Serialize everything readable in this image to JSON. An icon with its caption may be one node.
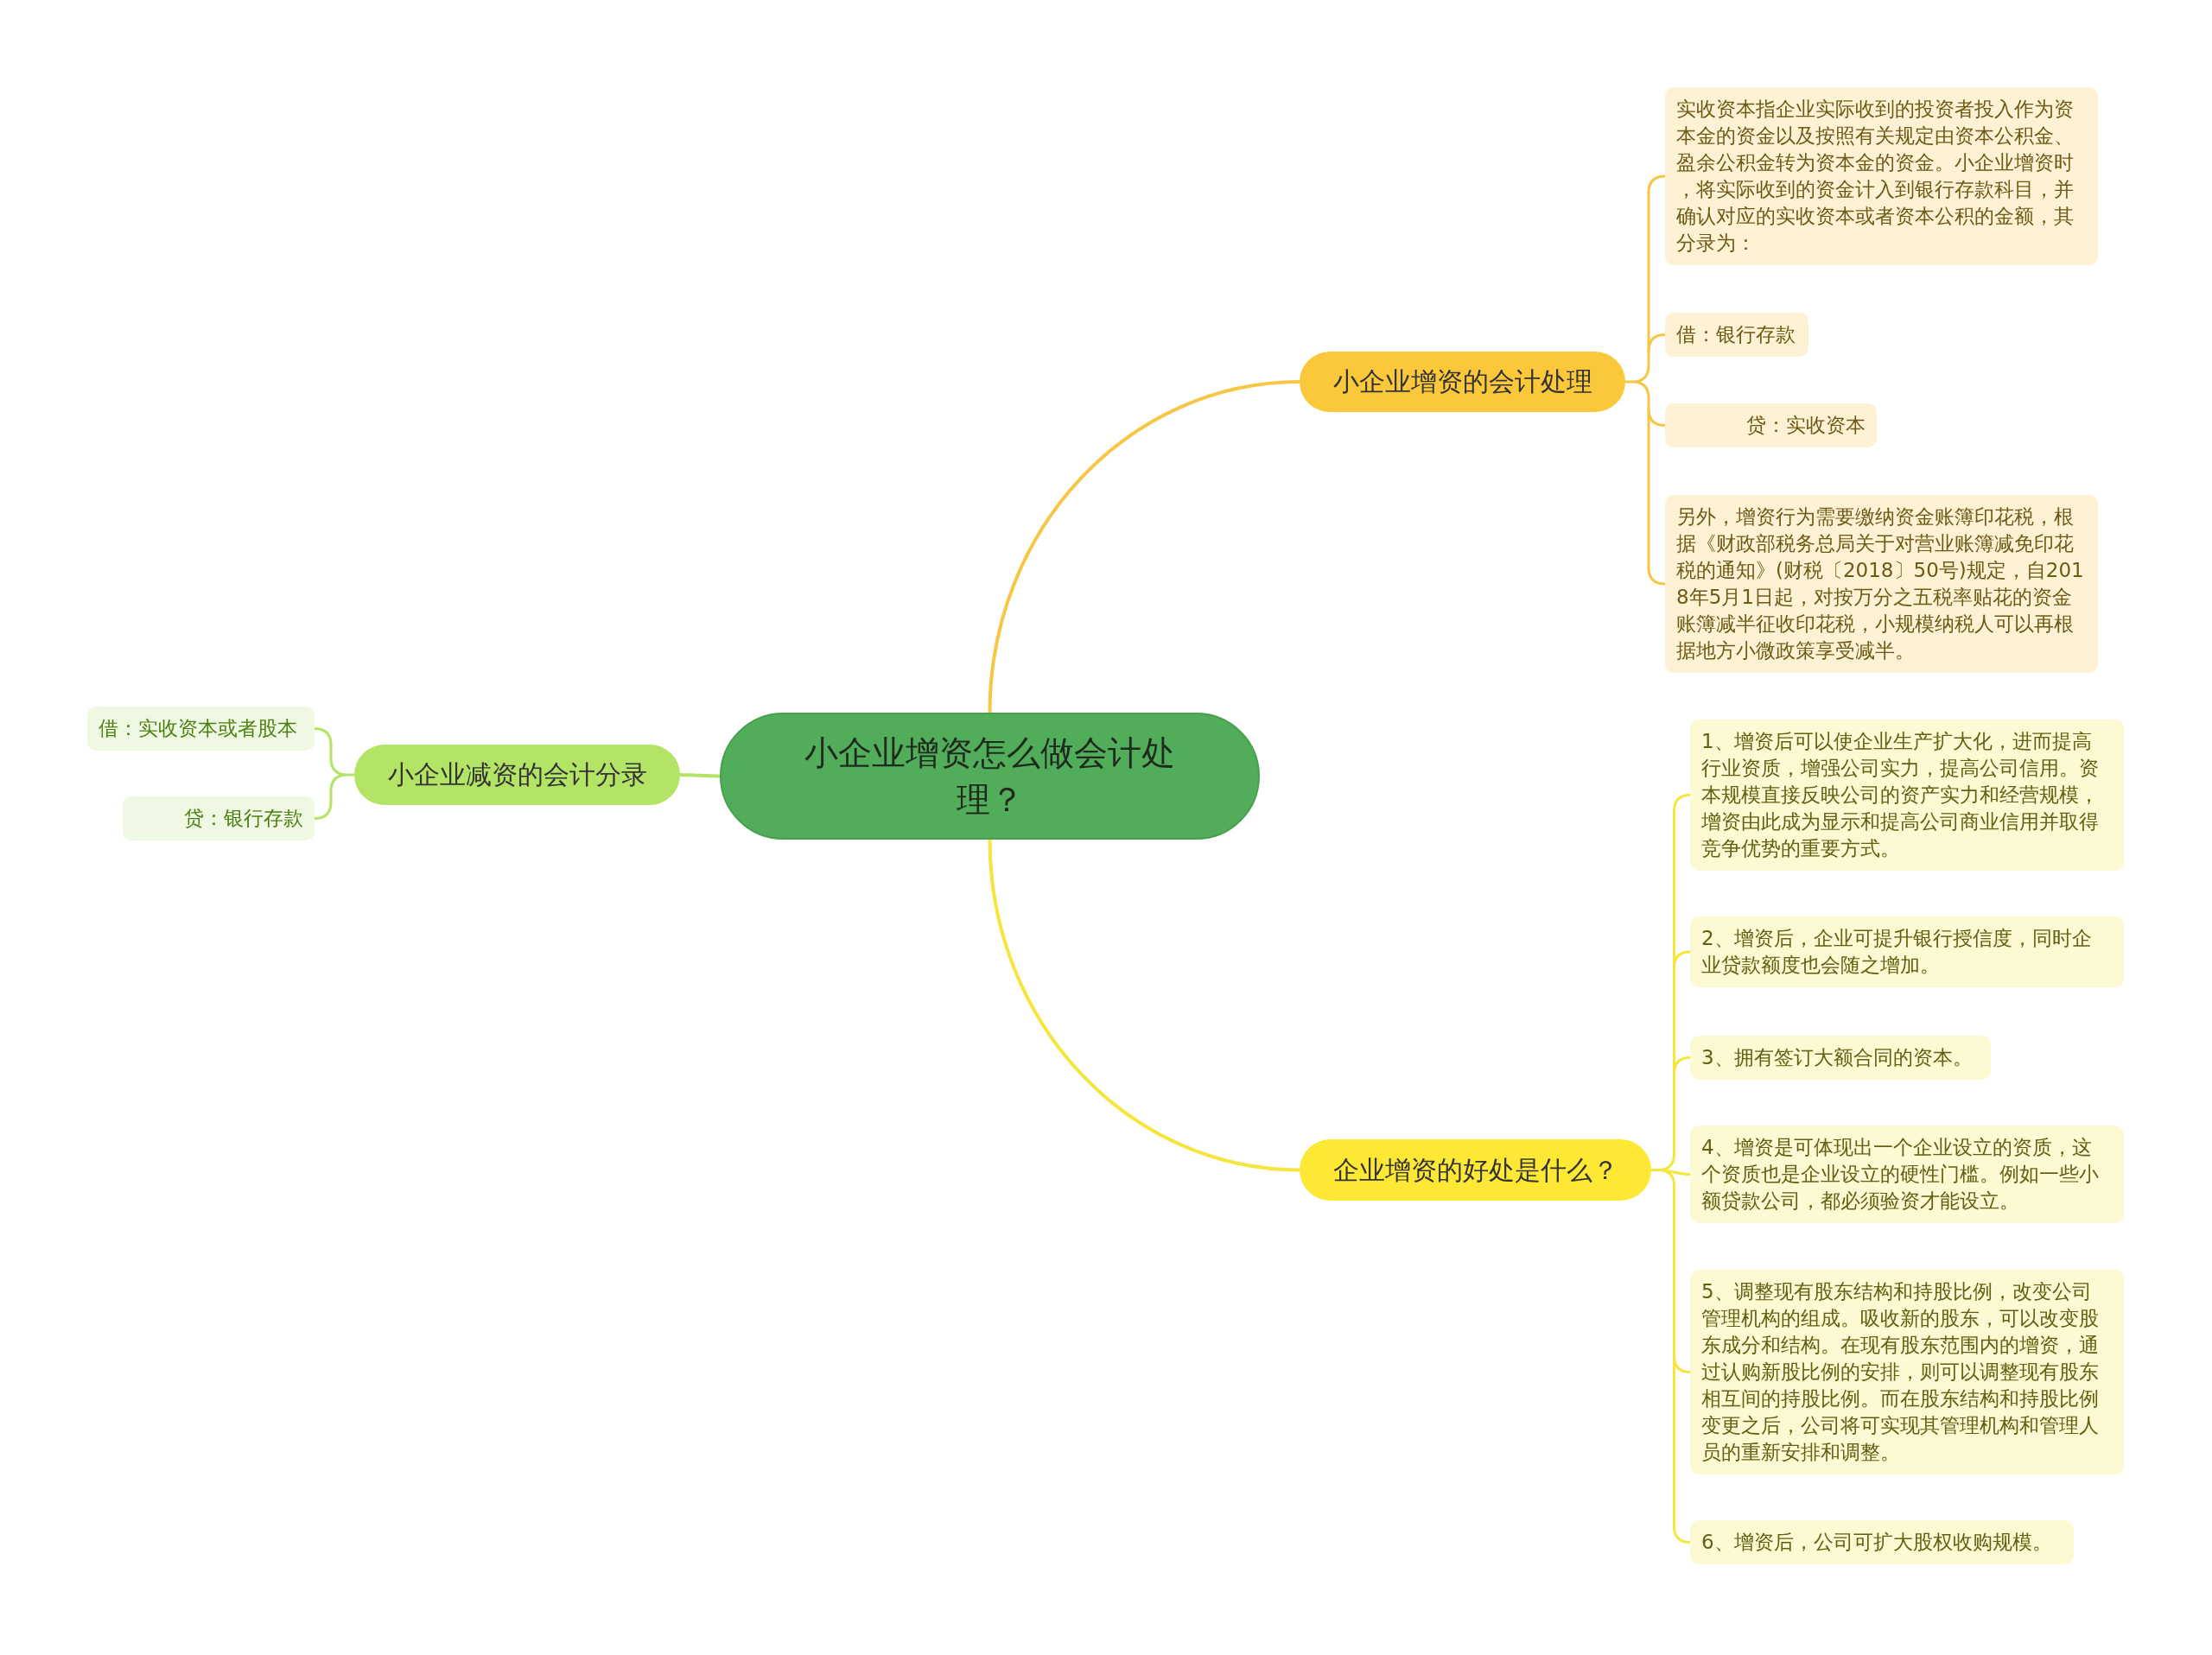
{
  "diagram": {
    "nodes": [
      {
        "text": [
          "小企业增资怎么做会计处理？"
        ]
      },
      {
        "text": [
          "小企业增资的会计处理"
        ]
      },
      {
        "text": [
          "实收资本指企业实际收到的投资者投入作为资本金的资金以及按照有关规定由资本公积金、盈余公积金转为资本金的资金。小企业增资时，将实际收到的资金计入到银行存款科目，并确认对应的实收资本或者资本公积的金额，其分录为："
        ]
      },
      {
        "text": [
          "借：银行存款"
        ]
      },
      {
        "text": [
          "贷：实收资本"
        ]
      },
      {
        "text": [
          "另外，增资行为需要缴纳资金账簿印花税，根据《财政部税务总局关于对营业账簿减免印花税的通知》(财税〔2018〕50号)规定，自2018年5月1日起，对按万分之五税率贴花的资金账簿减半征收印花税，小规模纳税人可以再根据地方小微政策享受减半。"
        ]
      },
      {
        "text": [
          "企业增资的好处是什么？"
        ]
      },
      {
        "text": [
          "1、增资后可以使企业生产扩大化，进而提高行业资质，增强公司实力，提高公司信用。资本规模直接反映公司的资产实力和经营规模，增资由此成为显示和提高公司商业信用并取得竞争优势的重要方式。"
        ]
      },
      {
        "text": [
          "2、增资后，企业可提升银行授信度，同时企业贷款额度也会随之增加。"
        ]
      },
      {
        "text": [
          "3、拥有签订大额合同的资本。"
        ]
      },
      {
        "text": [
          "4、增资是可体现出一个企业设立的资质，这个资质也是企业设立的硬性门槛。例如一些小额贷款公司，都必须验资才能设立。"
        ]
      },
      {
        "text": [
          "5、调整现有股东结构和持股比例，改变公司管理机构的组成。吸收新的股东，可以改变股东成分和结构。在现有股东范围内的增资，通过认购新股比例的安排，则可以调整现有股东相互间的持股比例。而在股东结构和持股比例变更之后，公司将可实现其管理机构和管理人员的重新安排和调整。"
        ]
      },
      {
        "text": [
          "6、增资后，公司可扩大股权收购规模。"
        ]
      },
      {
        "text": [
          "小企业减资的会计分录"
        ]
      },
      {
        "text": [
          "借：实收资本或者股本"
        ]
      },
      {
        "text": [
          "贷：银行存款"
        ]
      }
    ],
    "edges": [
      {
        "from": 0,
        "to": 1,
        "arrow": "none",
        "color": "#f6c744"
      },
      {
        "from": 1,
        "to": 2,
        "arrow": "none",
        "color": "#f6c744"
      },
      {
        "from": 1,
        "to": 3,
        "arrow": "none",
        "color": "#f6c744"
      },
      {
        "from": 1,
        "to": 4,
        "arrow": "none",
        "color": "#f6c744"
      },
      {
        "from": 1,
        "to": 5,
        "arrow": "none",
        "color": "#f6c744"
      },
      {
        "from": 0,
        "to": 6,
        "arrow": "none"
      },
      {
        "from": 6,
        "to": 7,
        "arrow": "none"
      },
      {
        "from": 6,
        "to": 8,
        "arrow": "none"
      },
      {
        "from": 6,
        "to": 9,
        "arrow": "none"
      },
      {
        "from": 6,
        "to": 10,
        "arrow": "none"
      },
      {
        "from": 6,
        "to": 11,
        "arrow": "none"
      },
      {
        "from": 6,
        "to": 12,
        "arrow": "none"
      },
      {
        "from": 0,
        "to": 13,
        "arrow": "none",
        "color": "#b3e466"
      },
      {
        "from": 13,
        "to": 14,
        "arrow": "none",
        "color": "#b3e466"
      },
      {
        "from": 13,
        "to": 15,
        "arrow": "none",
        "color": "#b3e466"
      }
    ]
  }
}
